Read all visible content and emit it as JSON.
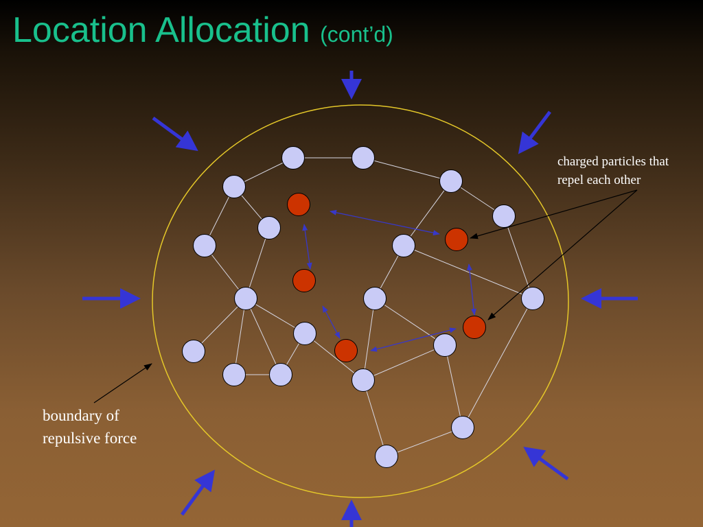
{
  "slide": {
    "title": "Location Allocation",
    "title_suffix": "(cont’d)"
  },
  "annotations": {
    "particles_label": [
      "charged particles that",
      "repel each other"
    ],
    "boundary_label": [
      "boundary of",
      "repulsive force"
    ]
  },
  "colors": {
    "title": "#19c08c",
    "node_fill": "#c9cbf6",
    "charged_particle_fill": "#cc3300",
    "boundary": "#e5c829",
    "force_arrow": "#3535d6",
    "repulsion_arrow": "#3838c8",
    "edge": "#d8d8e4",
    "callout_line": "#000000"
  },
  "icons": {
    "force_arrow": "inward-arrow",
    "repulsion_arrow": "double-headed-arrow"
  }
}
